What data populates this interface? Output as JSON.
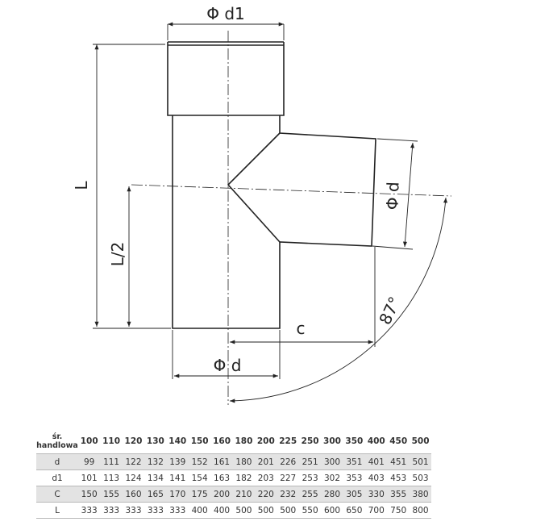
{
  "drawing": {
    "label_d1": "Φ d1",
    "label_L": "L",
    "label_L2": "L/2",
    "label_c": "c",
    "label_d_bottom": "Φ d",
    "label_d_branch": "Φ d",
    "label_angle": "87°"
  },
  "table": {
    "header_label": [
      "śr.",
      "handlowa"
    ],
    "columns": [
      "100",
      "110",
      "120",
      "130",
      "140",
      "150",
      "160",
      "180",
      "200",
      "225",
      "250",
      "300",
      "350",
      "400",
      "450",
      "500"
    ],
    "rows": [
      {
        "label": "d",
        "values": [
          "99",
          "111",
          "122",
          "132",
          "139",
          "152",
          "161",
          "180",
          "201",
          "226",
          "251",
          "300",
          "351",
          "401",
          "451",
          "501"
        ]
      },
      {
        "label": "d1",
        "values": [
          "101",
          "113",
          "124",
          "134",
          "141",
          "154",
          "163",
          "182",
          "203",
          "227",
          "253",
          "302",
          "353",
          "403",
          "453",
          "503"
        ]
      },
      {
        "label": "C",
        "values": [
          "150",
          "155",
          "160",
          "165",
          "170",
          "175",
          "200",
          "210",
          "220",
          "232",
          "255",
          "280",
          "305",
          "330",
          "355",
          "380"
        ]
      },
      {
        "label": "L",
        "values": [
          "333",
          "333",
          "333",
          "333",
          "333",
          "400",
          "400",
          "500",
          "500",
          "500",
          "550",
          "600",
          "650",
          "700",
          "750",
          "800"
        ]
      }
    ]
  }
}
